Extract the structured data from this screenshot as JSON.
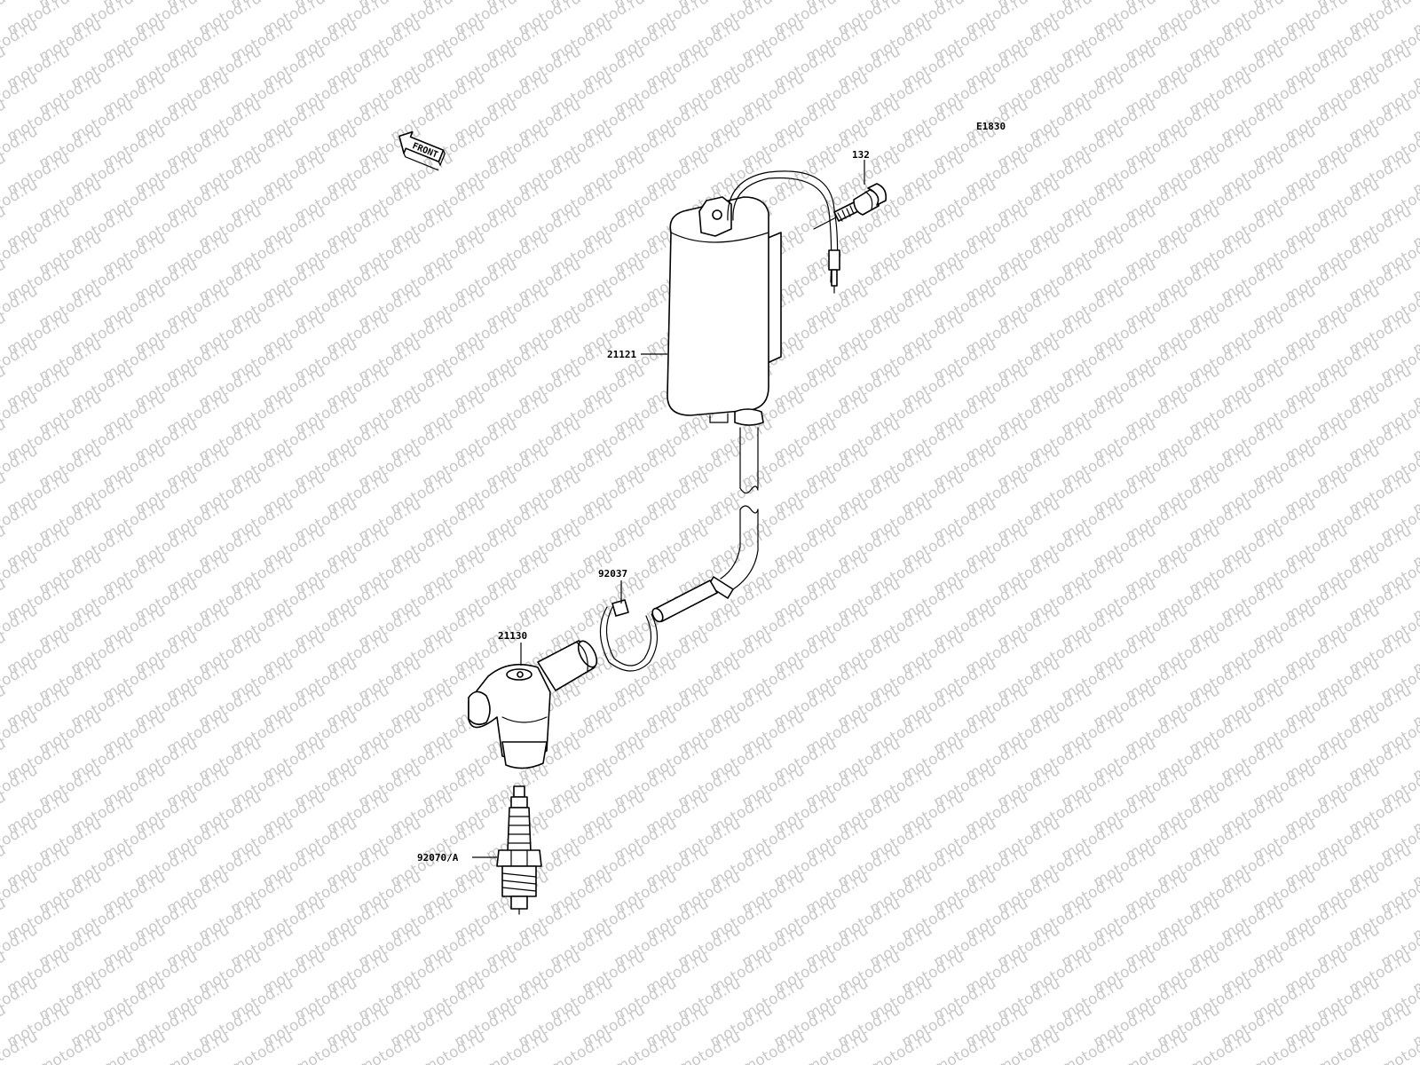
{
  "diagram": {
    "code": "E1830",
    "front_label": "FRONT",
    "watermark_text": "motod.ru",
    "parts": [
      {
        "id": "132",
        "label": "132"
      },
      {
        "id": "21121",
        "label": "21121"
      },
      {
        "id": "92037",
        "label": "92037"
      },
      {
        "id": "21130",
        "label": "21130"
      },
      {
        "id": "92070/A",
        "label": "92070/A"
      }
    ],
    "colors": {
      "line": "#000000",
      "watermark": "#c8c8c8",
      "background": "#ffffff"
    }
  }
}
